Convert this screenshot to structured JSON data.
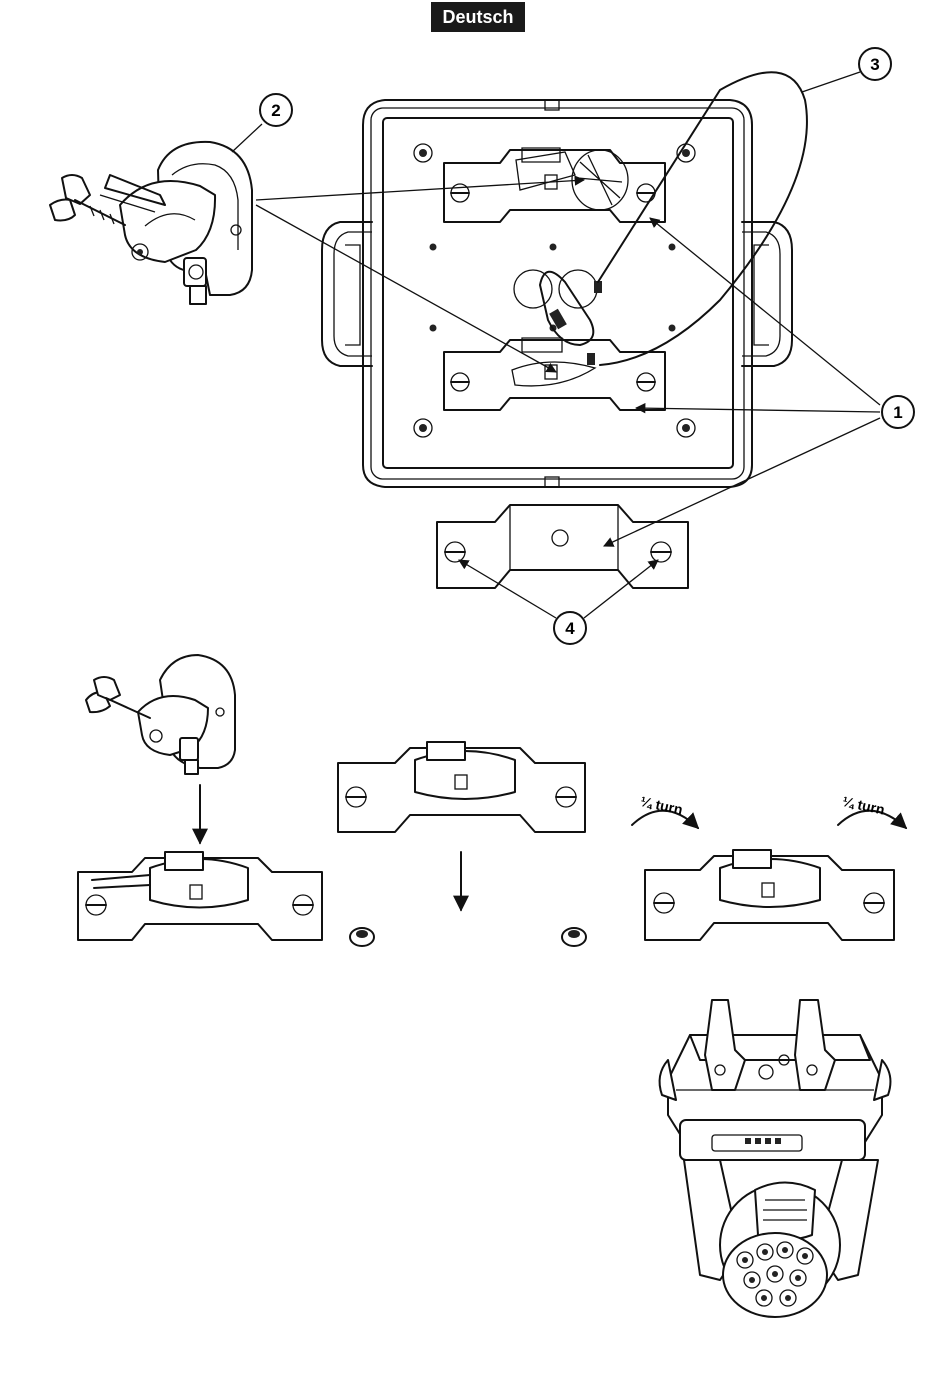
{
  "header": {
    "language_tab": "Deutsch"
  },
  "callouts": [
    {
      "id": "callout-1",
      "label": "1"
    },
    {
      "id": "callout-2",
      "label": "2"
    },
    {
      "id": "callout-3",
      "label": "3"
    },
    {
      "id": "callout-4",
      "label": "4"
    }
  ],
  "steps": {
    "turn_label_left": "¼ turn",
    "turn_label_right": "¼ turn"
  },
  "icons": [
    "omega-bracket",
    "mounting-clamp",
    "safety-rope",
    "quick-lock-fastener",
    "moving-head-fixture",
    "arrow-down",
    "rotate-arrow"
  ]
}
